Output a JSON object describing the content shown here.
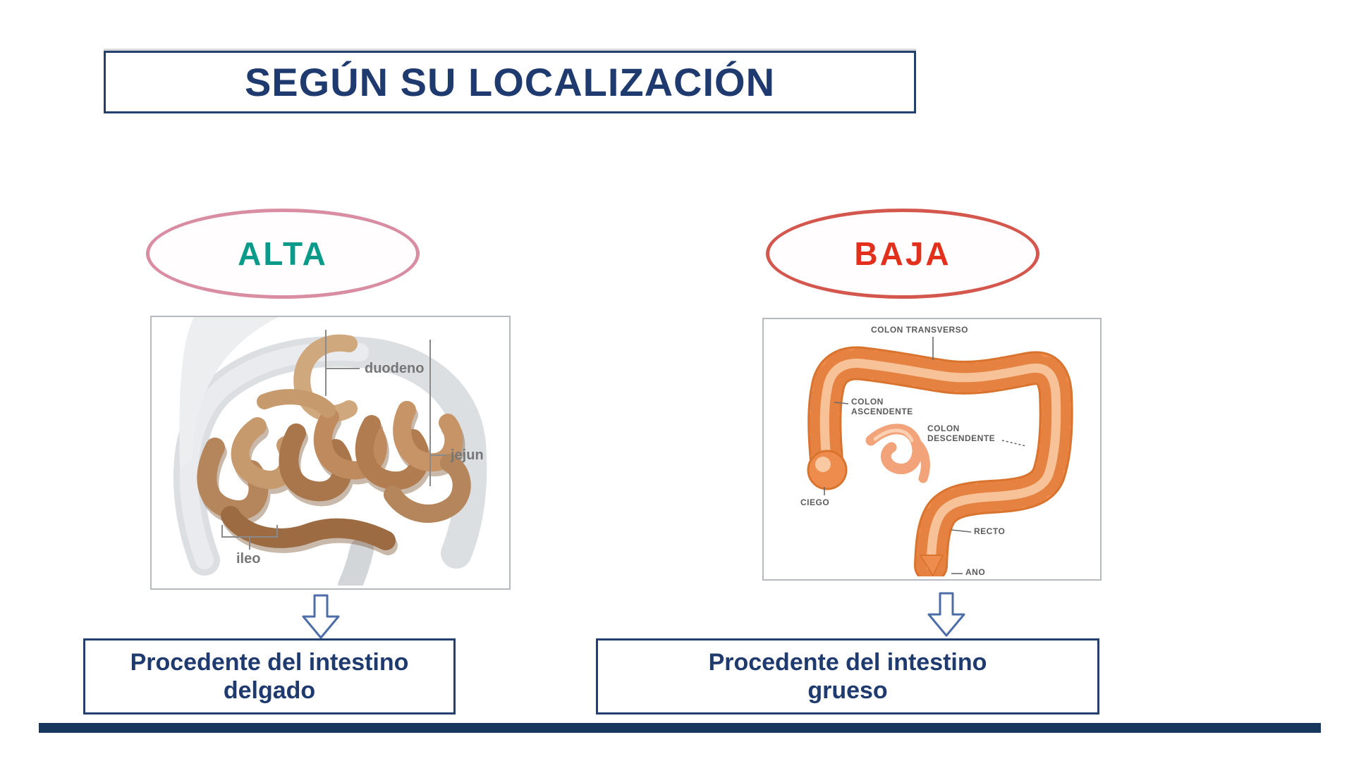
{
  "slide": {
    "title": "SEGÚN SU LOCALIZACIÓN"
  },
  "left_column": {
    "category": "ALTA",
    "image_labels": {
      "duodeno": "duodeno",
      "jejun": "jejun",
      "ileo": "ileo"
    },
    "caption_line1": "Procedente del intestino",
    "caption_line2": "delgado"
  },
  "right_column": {
    "category": "BAJA",
    "image_labels": {
      "colon_transverso": "COLON TRANSVERSO",
      "colon_ascendente_line1": "COLON",
      "colon_ascendente_line2": "ASCENDENTE",
      "colon_descendente_line1": "COLON",
      "colon_descendente_line2": "DESCENDENTE",
      "ciego": "CIEGO",
      "recto": "RECTO",
      "ano": "ANO"
    },
    "caption_line1": "Procedente del intestino",
    "caption_line2": "grueso"
  },
  "colors": {
    "navy_text": "#1e3a6e",
    "navy_border": "#24406e",
    "footer_bar": "#17375e",
    "alta_text": "#0a9a8a",
    "alta_ellipse_border": "#d98da3",
    "baja_text": "#e3301c",
    "baja_ellipse_border": "#d4574e",
    "small_intestine_tan": "#c08a5f",
    "colon_orange": "#ee8c4e",
    "arrow_outline": "#4d6da8"
  }
}
